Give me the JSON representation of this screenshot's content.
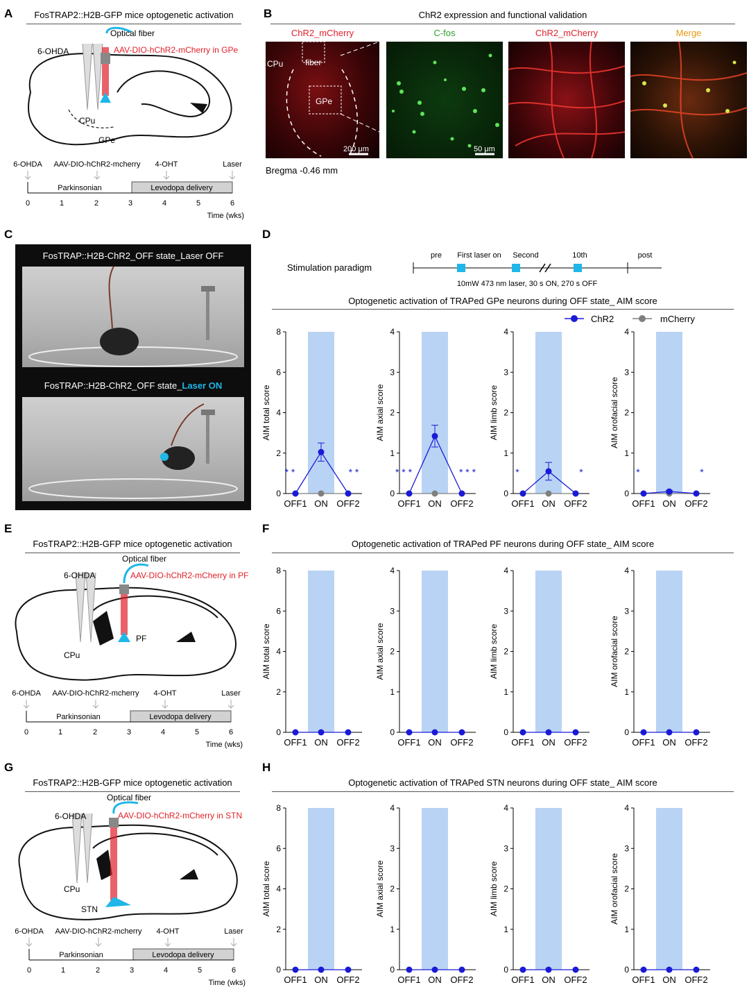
{
  "panels": {
    "A": {
      "letter": "A",
      "title": "FosTRAP2::H2B-GFP mice optogenetic activation",
      "fiber_label": "Optical fiber",
      "ohda_label": "6-OHDA",
      "virus_label": "AAV-DIO-hChR2-mCherry in GPe",
      "region_labels": [
        "CPu",
        "GPe"
      ]
    },
    "B": {
      "letter": "B",
      "title": "ChR2 expression and functional validation",
      "images": [
        {
          "label": "ChR2_mCherry",
          "color": "#e0202a"
        },
        {
          "label": "C-fos",
          "color": "#2aa02a"
        },
        {
          "label": "ChR2_mCherry",
          "color": "#e0202a"
        },
        {
          "label": "Merge",
          "color": "#e89a10"
        }
      ],
      "inset_labels": [
        "CPu",
        "fiber",
        "GPe"
      ],
      "scalebars": [
        "200 μm",
        "50 μm"
      ],
      "bregma": "Bregma -0.46 mm"
    },
    "C": {
      "letter": "C",
      "caption_off": "FosTRAP::H2B-ChR2_OFF state_Laser OFF",
      "caption_on_prefix": "FosTRAP::H2B-ChR2_OFF state_",
      "caption_on_highlight": "Laser ON"
    },
    "D": {
      "letter": "D",
      "title": "Optogenetic activation of TRAPed GPe neurons during OFF state_ AIM score"
    },
    "E": {
      "letter": "E",
      "title": "FosTRAP2::H2B-GFP mice optogenetic activation",
      "fiber_label": "Optical fiber",
      "ohda_label": "6-OHDA",
      "virus_label": "AAV-DIO-hChR2-mCherry in PF",
      "region_labels": [
        "CPu",
        "PF"
      ]
    },
    "F": {
      "letter": "F",
      "title": "Optogenetic activation of TRAPed PF neurons during OFF state_ AIM score"
    },
    "G": {
      "letter": "G",
      "title": "FosTRAP2::H2B-GFP mice optogenetic activation",
      "fiber_label": "Optical fiber",
      "ohda_label": "6-OHDA",
      "virus_label": "AAV-DIO-hChR2-mCherry in STN",
      "region_labels": [
        "CPu",
        "STN"
      ]
    },
    "H": {
      "letter": "H",
      "title": "Optogenetic activation of TRAPed STN neurons during OFF state_ AIM score"
    }
  },
  "timeline": {
    "events": [
      "6-OHDA",
      "AAV-DIO-hChR2-mcherry",
      "4-OHT",
      "Laser"
    ],
    "phase1": "Parkinsonian",
    "phase2": "Levodopa delivery",
    "ticks": [
      "0",
      "1",
      "2",
      "3",
      "4",
      "5",
      "6"
    ],
    "unit": "Time (wks)"
  },
  "stim": {
    "label": "Stimulation paradigm",
    "markers": [
      "pre",
      "First laser on",
      "Second",
      "10th",
      "post"
    ],
    "note": "10mW 473 nm laser, 30 s ON, 270 s OFF"
  },
  "legend": [
    {
      "name": "ChR2",
      "color": "#1a1ad6"
    },
    {
      "name": "mCherry",
      "color": "#7f7f7f"
    }
  ],
  "colors": {
    "chr2": "#1a1ad6",
    "mcherry": "#7f7f7f",
    "laser_band": "#b9d3f4",
    "cyan": "#1fb6e8",
    "virus_red": "#e0202a"
  },
  "chart_data": [
    {
      "panel": "D",
      "type": "line",
      "ylabel": "AIM total score",
      "categories": [
        "OFF1",
        "ON",
        "OFF2"
      ],
      "ylim": [
        0,
        8
      ],
      "yticks": [
        "0",
        "2",
        "4",
        "6",
        "8"
      ],
      "series": [
        {
          "name": "ChR2",
          "values": [
            0,
            2.05,
            0
          ],
          "err": [
            0,
            0.45,
            0
          ]
        },
        {
          "name": "mCherry",
          "values": [
            0,
            0,
            0
          ]
        }
      ],
      "sig": [
        "* *",
        "",
        "* *"
      ]
    },
    {
      "panel": "D",
      "type": "line",
      "ylabel": "AIM axial score",
      "categories": [
        "OFF1",
        "ON",
        "OFF2"
      ],
      "ylim": [
        0,
        4
      ],
      "yticks": [
        "0",
        "1",
        "2",
        "3",
        "4"
      ],
      "series": [
        {
          "name": "ChR2",
          "values": [
            0,
            1.42,
            0
          ],
          "err": [
            0,
            0.27,
            0
          ]
        },
        {
          "name": "mCherry",
          "values": [
            0,
            0,
            0
          ]
        }
      ],
      "sig": [
        "* * *",
        "",
        "* * *"
      ]
    },
    {
      "panel": "D",
      "type": "line",
      "ylabel": "AIM limb score",
      "categories": [
        "OFF1",
        "ON",
        "OFF2"
      ],
      "ylim": [
        0,
        4
      ],
      "yticks": [
        "0",
        "1",
        "2",
        "3",
        "4"
      ],
      "series": [
        {
          "name": "ChR2",
          "values": [
            0,
            0.55,
            0
          ],
          "err": [
            0,
            0.22,
            0
          ]
        },
        {
          "name": "mCherry",
          "values": [
            0,
            0,
            0
          ]
        }
      ],
      "sig": [
        "*",
        "",
        "*"
      ]
    },
    {
      "panel": "D",
      "type": "line",
      "ylabel": "AIM orofacial score",
      "categories": [
        "OFF1",
        "ON",
        "OFF2"
      ],
      "ylim": [
        0,
        4
      ],
      "yticks": [
        "0",
        "1",
        "2",
        "3",
        "4"
      ],
      "series": [
        {
          "name": "ChR2",
          "values": [
            0,
            0.05,
            0
          ],
          "err": [
            0,
            0.03,
            0
          ]
        },
        {
          "name": "mCherry",
          "values": [
            0,
            0,
            0
          ]
        }
      ],
      "sig": [
        "*",
        "",
        "*"
      ]
    },
    {
      "panel": "F",
      "type": "line",
      "ylabel": "AIM total score",
      "categories": [
        "OFF1",
        "ON",
        "OFF2"
      ],
      "ylim": [
        0,
        8
      ],
      "yticks": [
        "0",
        "2",
        "4",
        "6",
        "8"
      ],
      "series": [
        {
          "name": "ChR2",
          "values": [
            0,
            0,
            0
          ]
        }
      ],
      "sig": [
        "",
        "",
        ""
      ]
    },
    {
      "panel": "F",
      "type": "line",
      "ylabel": "AIM axial score",
      "categories": [
        "OFF1",
        "ON",
        "OFF2"
      ],
      "ylim": [
        0,
        4
      ],
      "yticks": [
        "0",
        "1",
        "2",
        "3",
        "4"
      ],
      "series": [
        {
          "name": "ChR2",
          "values": [
            0,
            0,
            0
          ]
        }
      ],
      "sig": [
        "",
        "",
        ""
      ]
    },
    {
      "panel": "F",
      "type": "line",
      "ylabel": "AIM limb score",
      "categories": [
        "OFF1",
        "ON",
        "OFF2"
      ],
      "ylim": [
        0,
        4
      ],
      "yticks": [
        "0",
        "1",
        "2",
        "3",
        "4"
      ],
      "series": [
        {
          "name": "ChR2",
          "values": [
            0,
            0,
            0
          ]
        }
      ],
      "sig": [
        "",
        "",
        ""
      ]
    },
    {
      "panel": "F",
      "type": "line",
      "ylabel": "AIM orofacial score",
      "categories": [
        "OFF1",
        "ON",
        "OFF2"
      ],
      "ylim": [
        0,
        4
      ],
      "yticks": [
        "0",
        "1",
        "2",
        "3",
        "4"
      ],
      "series": [
        {
          "name": "ChR2",
          "values": [
            0,
            0,
            0
          ]
        }
      ],
      "sig": [
        "",
        "",
        ""
      ]
    },
    {
      "panel": "H",
      "type": "line",
      "ylabel": "AIM total score",
      "categories": [
        "OFF1",
        "ON",
        "OFF2"
      ],
      "ylim": [
        0,
        8
      ],
      "yticks": [
        "0",
        "2",
        "4",
        "6",
        "8"
      ],
      "series": [
        {
          "name": "ChR2",
          "values": [
            0,
            0,
            0
          ]
        }
      ],
      "sig": [
        "",
        "",
        ""
      ]
    },
    {
      "panel": "H",
      "type": "line",
      "ylabel": "AIM axial score",
      "categories": [
        "OFF1",
        "ON",
        "OFF2"
      ],
      "ylim": [
        0,
        4
      ],
      "yticks": [
        "0",
        "1",
        "2",
        "3",
        "4"
      ],
      "series": [
        {
          "name": "ChR2",
          "values": [
            0,
            0,
            0
          ]
        }
      ],
      "sig": [
        "",
        "",
        ""
      ]
    },
    {
      "panel": "H",
      "type": "line",
      "ylabel": "AIM limb score",
      "categories": [
        "OFF1",
        "ON",
        "OFF2"
      ],
      "ylim": [
        0,
        4
      ],
      "yticks": [
        "0",
        "1",
        "2",
        "3",
        "4"
      ],
      "series": [
        {
          "name": "ChR2",
          "values": [
            0,
            0,
            0
          ]
        }
      ],
      "sig": [
        "",
        "",
        ""
      ]
    },
    {
      "panel": "H",
      "type": "line",
      "ylabel": "AIM orofacial score",
      "categories": [
        "OFF1",
        "ON",
        "OFF2"
      ],
      "ylim": [
        0,
        4
      ],
      "yticks": [
        "0",
        "1",
        "2",
        "3",
        "4"
      ],
      "series": [
        {
          "name": "ChR2",
          "values": [
            0,
            0,
            0
          ]
        }
      ],
      "sig": [
        "",
        "",
        ""
      ]
    }
  ]
}
